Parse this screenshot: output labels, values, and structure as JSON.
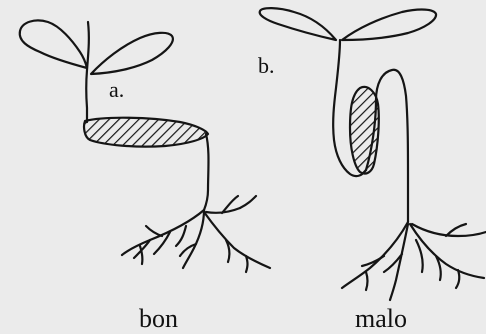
{
  "labels": {
    "a": "a.",
    "b": "b.",
    "good": "bon",
    "bad": "malo"
  },
  "colors": {
    "background": "#ebebeb",
    "ink": "#151515"
  }
}
